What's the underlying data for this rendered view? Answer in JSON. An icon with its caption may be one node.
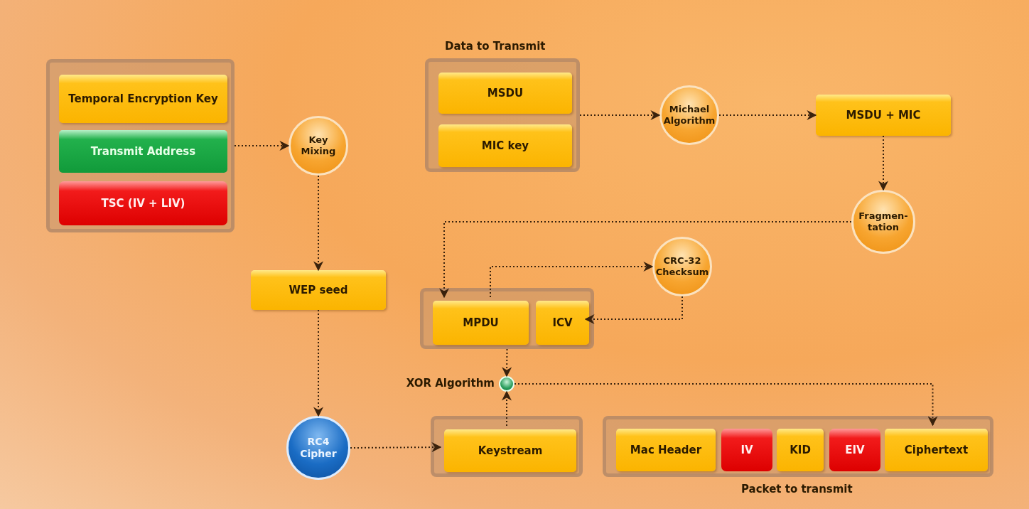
{
  "diagram": {
    "nodes": [
      {
        "text": [],
        "shape": "box"
      },
      {
        "text": [
          "Temporal Encryption Key"
        ],
        "in": 0
      },
      {
        "text": [
          "Transmit Address"
        ],
        "in": 0
      },
      {
        "text": [
          "TSC (IV + LIV)"
        ],
        "in": 0
      },
      {
        "text": [
          "Key Mixing"
        ]
      },
      {
        "text": [
          "WEP seed"
        ]
      },
      {
        "text": [
          "RC4 Cipher"
        ]
      },
      {
        "text": [
          "Data to Transmit"
        ]
      },
      {
        "text": [
          "MSDU"
        ],
        "in": 7
      },
      {
        "text": [
          "MIC key"
        ],
        "in": 7
      },
      {
        "text": [
          "Michael Algorithm"
        ]
      },
      {
        "text": [
          "MSDU + MIC"
        ]
      },
      {
        "text": [
          "Fragmen- tation"
        ]
      },
      {
        "text": [
          "CRC-32 Checksum"
        ]
      },
      {
        "text": [],
        "shape": "box"
      },
      {
        "text": [
          "MPDU"
        ],
        "in": 14
      },
      {
        "text": [
          "ICV"
        ],
        "in": 14
      },
      {
        "text": [],
        "shape": "circle",
        "beside": [
          "XOR Algorithm"
        ]
      },
      {
        "text": [],
        "shape": "box"
      },
      {
        "text": [
          "Keystream"
        ],
        "in": 18
      },
      {
        "text": [
          "Packet to transmit"
        ]
      },
      {
        "text": [
          "Mac Header"
        ],
        "in": 20
      },
      {
        "text": [
          "IV"
        ],
        "in": 20
      },
      {
        "text": [
          "KID"
        ],
        "in": 20
      },
      {
        "text": [
          "EIV"
        ],
        "in": 20
      },
      {
        "text": [
          "Ciphertext"
        ],
        "in": 20
      }
    ],
    "edges": [
      {
        "from": 0,
        "to": 4,
        "arrow": "to",
        "style": "dashed"
      },
      {
        "from": 4,
        "to": 5,
        "arrow": "to",
        "style": "dashed"
      },
      {
        "from": 5,
        "to": 6,
        "arrow": "to",
        "style": "dashed"
      },
      {
        "from": 6,
        "to": 19,
        "arrow": "to",
        "style": "dashed"
      },
      {
        "from": 7,
        "to": 10,
        "arrow": "to",
        "style": "dashed"
      },
      {
        "from": 10,
        "to": 11,
        "arrow": "to",
        "style": "dashed"
      },
      {
        "from": 11,
        "to": 12,
        "arrow": "to",
        "style": "dashed"
      },
      {
        "from": 12,
        "to": 15,
        "arrow": "to",
        "style": "dashed"
      },
      {
        "from": 15,
        "to": 13,
        "arrow": "to",
        "style": "dashed"
      },
      {
        "from": 13,
        "to": 16,
        "arrow": "to",
        "style": "dashed"
      },
      {
        "from": 14,
        "to": 17,
        "arrow": "to",
        "style": "dashed"
      },
      {
        "from": 19,
        "to": 17,
        "arrow": "to",
        "style": "dashed"
      },
      {
        "from": 17,
        "to": 25,
        "arrow": "to",
        "style": "dashed"
      }
    ]
  }
}
